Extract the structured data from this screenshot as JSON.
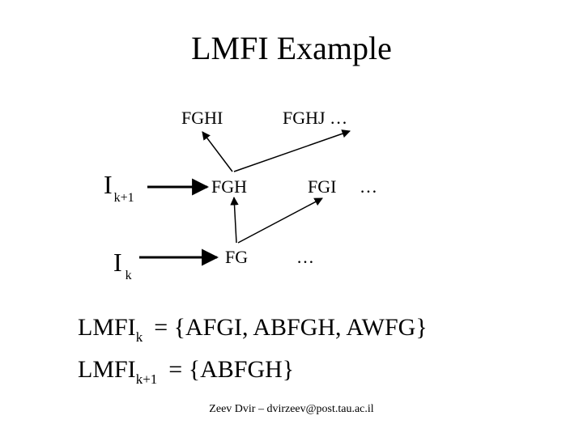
{
  "title": "LMFI Example",
  "nodes": {
    "fghi": "FGHI",
    "fghj": "FGHJ …",
    "fgh": "FGH",
    "fgi": "FGI",
    "fgi_more": "…",
    "fg": "FG",
    "fg_more": "…"
  },
  "levels": {
    "k1_main": "I",
    "k1_sub": "k+1",
    "k_main": "I",
    "k_sub": "k"
  },
  "formulas": {
    "f1_name": "LMFI",
    "f1_sub": "k",
    "f1_value": "= {AFGI, ABFGH, AWFG}",
    "f2_name": "LMFI",
    "f2_sub": "k+1",
    "f2_value": "= {ABFGH}"
  },
  "footer": "Zeev Dvir – dvirzeev@post.tau.ac.il"
}
